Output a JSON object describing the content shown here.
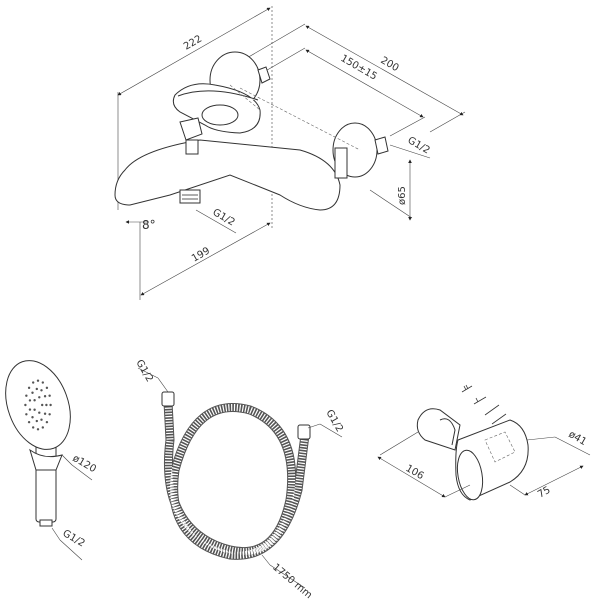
{
  "faucet": {
    "width_total": "222",
    "depth_total": "200",
    "center_distance": "150±15",
    "inlet_thread": "G1/2",
    "flange_diameter": "ø65",
    "spout_angle": "8°",
    "outlet_thread": "G1/2",
    "spout_length": "199"
  },
  "hand_shower": {
    "diameter": "ø120",
    "thread": "G1/2"
  },
  "hose": {
    "thread_top": "G1/2",
    "thread_right": "G1/2",
    "length": "1750 mm"
  },
  "holder": {
    "length": "106",
    "width": "75",
    "diameter": "ø41"
  }
}
